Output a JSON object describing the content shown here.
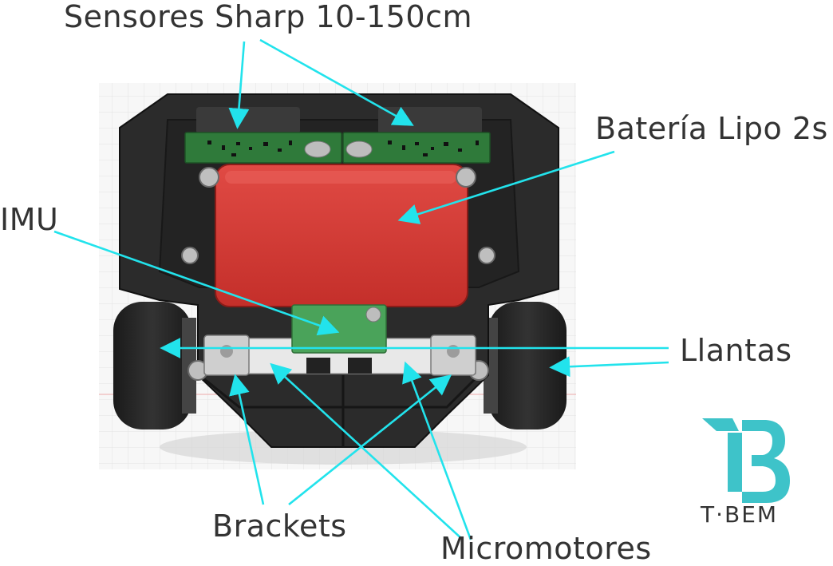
{
  "labels": {
    "sensors": "Sensores Sharp 10-150cm",
    "battery": "Batería Lipo 2s",
    "imu": "IMU",
    "wheels": "Llantas",
    "brackets": "Brackets",
    "motors": "Micromotores"
  },
  "brand": {
    "name": "T·BEM",
    "icon": "tbem-logo-icon",
    "color": "#3ec3c9"
  },
  "colors": {
    "arrow": "#22e3ec",
    "battery": "#d93a35",
    "chassis": "#2a2a2a",
    "pcb": "#2f7a3a",
    "imu_board": "#4aa35a",
    "grid": "#e6e6e6"
  }
}
